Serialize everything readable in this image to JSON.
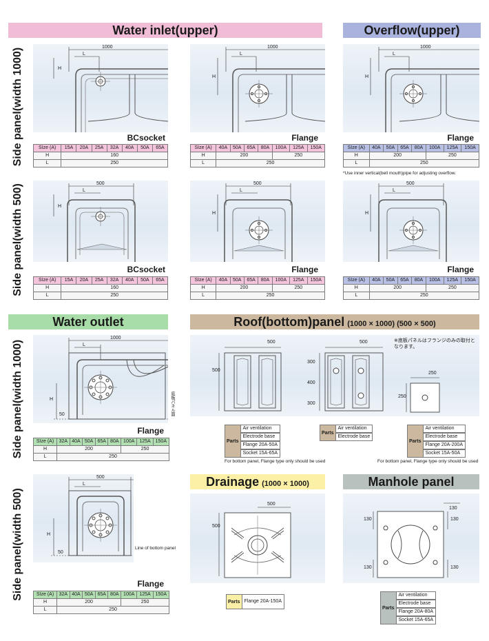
{
  "headers": {
    "water_inlet": "Water inlet(upper)",
    "overflow": "Overflow(upper)",
    "water_outlet": "Water outlet",
    "roof": "Roof(bottom)panel",
    "roof_sub": "(1000 × 1000) (500 × 500)",
    "drainage": "Drainage",
    "drainage_sub": "(1000 × 1000)",
    "manhole": "Manhole panel"
  },
  "side_labels": {
    "w1000_a": "Side panel(width 1000)",
    "w500_a": "Side panel(width 500)",
    "w1000_b": "Side panel(width 1000)",
    "w500_b": "Side panel(width 500)"
  },
  "dims": {
    "d1000": "1000",
    "d500": "500",
    "L": "L",
    "H": "H",
    "d50": "50",
    "d300": "300",
    "d400": "400",
    "d250": "250",
    "d130": "130"
  },
  "connections": {
    "bcsocket": "BCsocket",
    "flange": "Flange"
  },
  "tables": {
    "bc": {
      "size": [
        "SIze (A)",
        "15A",
        "20A",
        "25A",
        "32A",
        "40A",
        "50A",
        "65A"
      ],
      "h_label": "H",
      "h": "160",
      "l_label": "L",
      "l": "250"
    },
    "flange_in": {
      "size": [
        "SIze (A)",
        "40A",
        "50A",
        "65A",
        "80A",
        "100A",
        "125A",
        "150A"
      ],
      "h_label": "H",
      "h1": "200",
      "h2": "250",
      "l_label": "L",
      "l": "250"
    },
    "outlet": {
      "size": [
        "SIze (A)",
        "32A",
        "40A",
        "50A",
        "65A",
        "80A",
        "100A",
        "125A",
        "150A"
      ],
      "h_label": "H",
      "h1": "200",
      "h2": "250",
      "l_label": "L",
      "l": "250"
    }
  },
  "notes": {
    "overflow": "*Use inner vertical(bell mouth)pipe for adjusting overflow.",
    "bottom_line_jp": "底板パネル面",
    "bottom_line": "Line of bottom panel",
    "roof_jp": "※底板パネルはフランジのみの取付となります。",
    "roof_bottom": "For bottom panel, Flange type only should be used"
  },
  "parts": {
    "label": "Parts",
    "roof_a": [
      "Air ventilation",
      "Electrode base",
      "Flange 20A-50A",
      "Socket 15A-65A"
    ],
    "roof_b": [
      "Air ventilation",
      "Electrode base"
    ],
    "roof_c": [
      "Air ventilation",
      "Electrode base",
      "Flange 20A-200A",
      "Socket 15A-50A"
    ],
    "drainage": [
      "Flange 20A-150A"
    ],
    "manhole": [
      "Air ventilation",
      "Electrode base",
      "Flange 20A-80A",
      "Socket 15A-65A"
    ]
  }
}
